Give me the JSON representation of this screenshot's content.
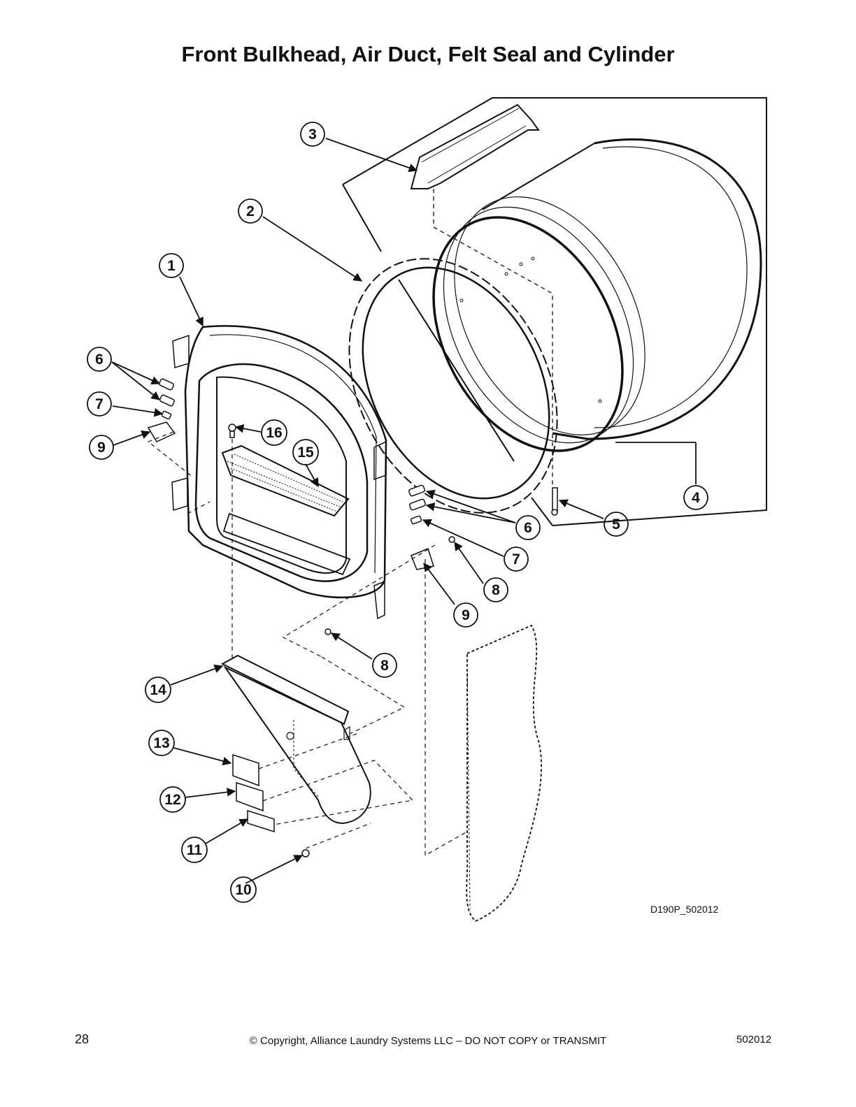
{
  "page": {
    "title": "Front Bulkhead, Air Duct, Felt Seal and Cylinder",
    "drawing_code": "D190P_502012",
    "page_number": "28",
    "copyright": "© Copyright, Alliance Laundry Systems LLC – DO NOT COPY or TRANSMIT",
    "doc_number": "502012"
  },
  "callouts": [
    {
      "id": "c1",
      "label": "1"
    },
    {
      "id": "c2",
      "label": "2"
    },
    {
      "id": "c3",
      "label": "3"
    },
    {
      "id": "c4",
      "label": "4"
    },
    {
      "id": "c5",
      "label": "5"
    },
    {
      "id": "c6a",
      "label": "6"
    },
    {
      "id": "c6b",
      "label": "6"
    },
    {
      "id": "c7a",
      "label": "7"
    },
    {
      "id": "c7b",
      "label": "7"
    },
    {
      "id": "c8a",
      "label": "8"
    },
    {
      "id": "c8b",
      "label": "8"
    },
    {
      "id": "c9a",
      "label": "9"
    },
    {
      "id": "c9b",
      "label": "9"
    },
    {
      "id": "c10",
      "label": "10"
    },
    {
      "id": "c11",
      "label": "11"
    },
    {
      "id": "c12",
      "label": "12"
    },
    {
      "id": "c13",
      "label": "13"
    },
    {
      "id": "c14",
      "label": "14"
    },
    {
      "id": "c15",
      "label": "15"
    },
    {
      "id": "c16",
      "label": "16"
    }
  ]
}
